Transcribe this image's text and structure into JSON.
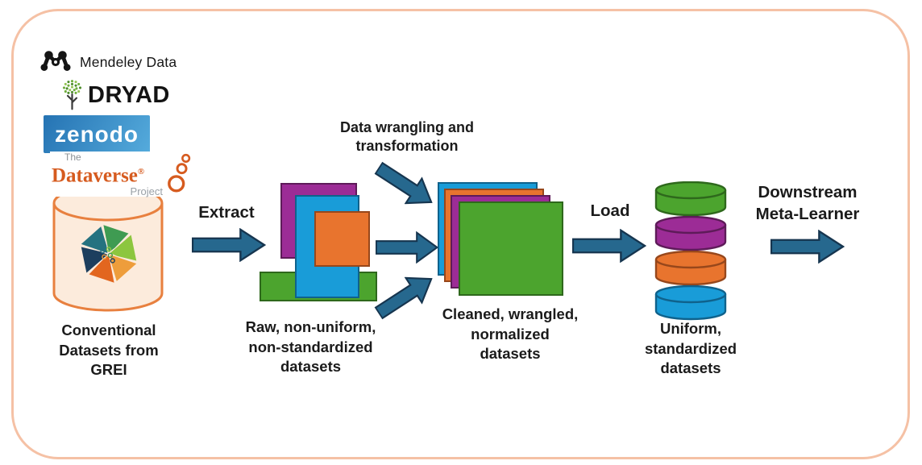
{
  "sources": {
    "mendeley": {
      "label": "Mendeley Data",
      "icon": "mendeley-dots-icon"
    },
    "dryad": {
      "label": "DRYAD",
      "icon": "dryad-tree-icon"
    },
    "zenodo": {
      "label": "zenodo"
    },
    "dataverse": {
      "prefix": "The",
      "label": "Dataverse",
      "registered": "®",
      "suffix": "Project",
      "icon": "dataverse-circles-icon"
    }
  },
  "captions": {
    "source": {
      "lines": [
        "Conventional",
        "Datasets from",
        "GREI"
      ]
    },
    "raw": {
      "lines": [
        "Raw, non-uniform,",
        "non-standardized",
        "datasets"
      ]
    },
    "wrangling": {
      "lines": [
        "Data wrangling and",
        "transformation"
      ]
    },
    "cleaned": {
      "lines": [
        "Cleaned,  wrangled,",
        "normalized",
        "datasets"
      ]
    },
    "uniform": {
      "lines": [
        "Uniform,",
        "standardized",
        "datasets"
      ]
    },
    "downstream": {
      "lines": [
        "Downstream",
        "Meta-Learner"
      ]
    }
  },
  "flow_labels": {
    "extract": "Extract",
    "load": "Load"
  },
  "colors": {
    "frame_border": "#F5C1A5",
    "arrow_fill": "#26688E",
    "arrow_stroke": "#16354F",
    "dataset_purple": "#9C2C96",
    "dataset_purple_dark": "#5E1B59",
    "dataset_blue": "#199CD8",
    "dataset_blue_dark": "#0F628C",
    "dataset_orange": "#E8742E",
    "dataset_orange_dark": "#97471B",
    "dataset_green": "#4CA42E",
    "dataset_green_dark": "#2E681C",
    "cylinder_fill": "#FCEBDC",
    "cylinder_stroke": "#E8803F",
    "dataverse_orange": "#D65B1F",
    "zenodo_blue_start": "#2573B3",
    "zenodo_blue_end": "#55ABDC",
    "text": "#1B1B1B"
  },
  "uniform_stack_colors": [
    "#4CA42E",
    "#9C2C96",
    "#E8742E",
    "#199CD8"
  ],
  "raw_stack_colors": [
    "#9C2C96",
    "#199CD8",
    "#E8742E",
    "#4CA42E"
  ]
}
